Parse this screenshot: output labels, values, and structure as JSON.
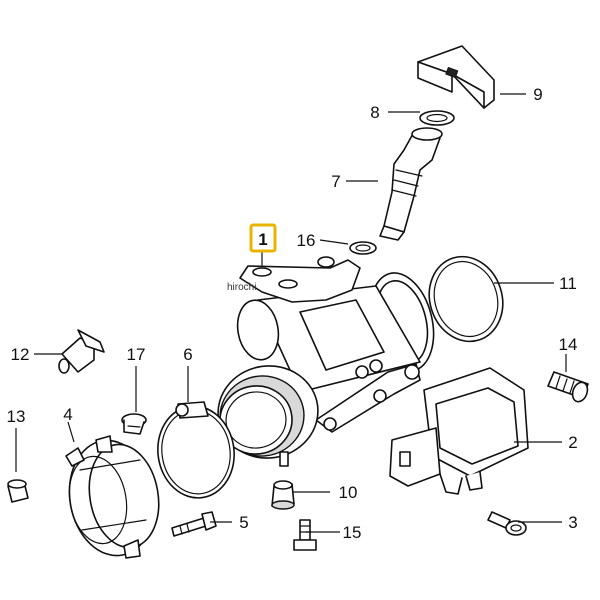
{
  "diagram": {
    "callouts": [
      {
        "id": "c1",
        "label": "1",
        "highlighted": true
      },
      {
        "id": "c2",
        "label": "2"
      },
      {
        "id": "c3",
        "label": "3"
      },
      {
        "id": "c4",
        "label": "4"
      },
      {
        "id": "c5",
        "label": "5"
      },
      {
        "id": "c6",
        "label": "6"
      },
      {
        "id": "c7",
        "label": "7"
      },
      {
        "id": "c8",
        "label": "8"
      },
      {
        "id": "c9",
        "label": "9"
      },
      {
        "id": "c10",
        "label": "10"
      },
      {
        "id": "c11",
        "label": "11"
      },
      {
        "id": "c12",
        "label": "12"
      },
      {
        "id": "c13",
        "label": "13"
      },
      {
        "id": "c14",
        "label": "14"
      },
      {
        "id": "c15",
        "label": "15"
      },
      {
        "id": "c16",
        "label": "16"
      },
      {
        "id": "c17",
        "label": "17"
      }
    ],
    "watermark": "hirochi",
    "highlight_color": "#e8b400"
  }
}
